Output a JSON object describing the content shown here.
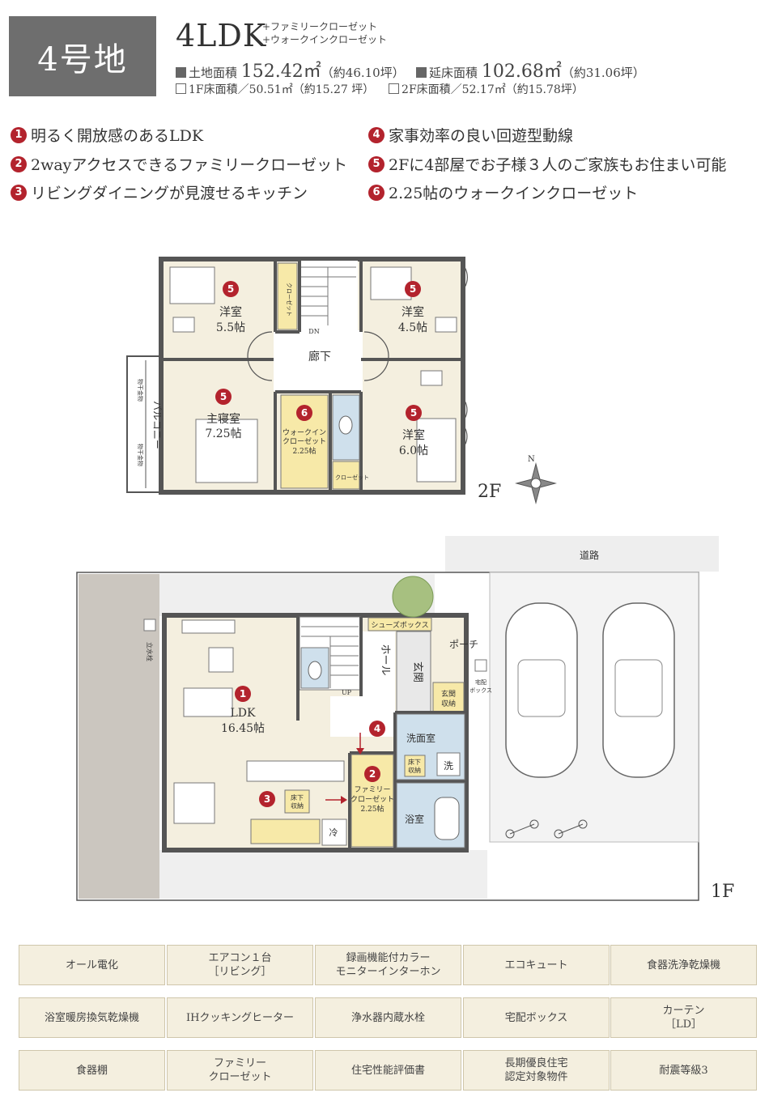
{
  "lot": {
    "label": "4号地"
  },
  "plan": {
    "layout": "4LDK",
    "extras": [
      "+ファミリークローゼット",
      "+ウォークインクローゼット"
    ],
    "land_label": "土地面積",
    "land_value": "152.42㎡",
    "land_tsubo": "（約46.10坪）",
    "floor_label": "延床面積",
    "floor_value": "102.68㎡",
    "floor_tsubo": "（約31.06坪）",
    "f1": "1F床面積／50.51㎡（約15.27 坪）",
    "f2": "2F床面積／52.17㎡（約15.78坪）"
  },
  "features": [
    {
      "num": "1",
      "text": "明るく開放感のあるLDK"
    },
    {
      "num": "2",
      "text": "2wayアクセスできるファミリークローゼット"
    },
    {
      "num": "3",
      "text": "リビングダイニングが見渡せるキッチン"
    },
    {
      "num": "4",
      "text": "家事効率の良い回遊型動線"
    },
    {
      "num": "5",
      "text": "2Fに4部屋でお子様３人のご家族もお住まい可能"
    },
    {
      "num": "6",
      "text": "2.25帖のウォークインクローゼット"
    }
  ],
  "floor2": {
    "label": "2F",
    "rooms": {
      "room_nw": [
        "洋室",
        "5.5帖"
      ],
      "room_ne": [
        "洋室",
        "4.5帖"
      ],
      "hall": "廊下",
      "master": [
        "主寝室",
        "7.25帖"
      ],
      "room_se": [
        "洋室",
        "6.0帖"
      ],
      "wic": [
        "ウォークイン",
        "クローゼット",
        "2.25帖"
      ],
      "closet_v": "クローゼット",
      "closet_small": "クローゼット",
      "balcony": "バルコニー",
      "hanger": "物干金物",
      "dn": "DN"
    },
    "markers": [
      "5",
      "5",
      "5",
      "6",
      "5"
    ]
  },
  "floor1": {
    "label": "1F",
    "road": "道路",
    "rooms": {
      "ldk": [
        "LDK",
        "16.45帖"
      ],
      "hall": "ホール",
      "genkan": "玄関",
      "genkan_storage": [
        "玄関",
        "収納"
      ],
      "shoebox": "シューズボックス",
      "porch": "ポーチ",
      "delivery": [
        "宅配",
        "ボックス"
      ],
      "washroom": "洗面室",
      "wash": "洗",
      "underfloor_a": [
        "床下",
        "収納"
      ],
      "underfloor_b": [
        "床下",
        "収納"
      ],
      "bath": "浴室",
      "family_closet": [
        "ファミリー",
        "クローゼット",
        "2.25帖"
      ],
      "fridge": "冷",
      "up": "UP",
      "faucet": "立水栓"
    },
    "markers": [
      "1",
      "2",
      "3",
      "4"
    ]
  },
  "compass": {
    "label": "N"
  },
  "equipment": [
    [
      "オール電化"
    ],
    [
      "エアコン１台",
      "［リビング］"
    ],
    [
      "録画機能付カラー",
      "モニターインターホン"
    ],
    [
      "エコキュート"
    ],
    [
      "食器洗浄乾燥機"
    ],
    [
      "浴室暖房換気乾燥機"
    ],
    [
      "IHクッキングヒーター"
    ],
    [
      "浄水器内蔵水栓"
    ],
    [
      "宅配ボックス"
    ],
    [
      "カーテン",
      "［LD］"
    ],
    [
      "食器棚"
    ],
    [
      "ファミリー",
      "クローゼット"
    ],
    [
      "住宅性能評価書"
    ],
    [
      "長期優良住宅",
      "認定対象物件"
    ],
    [
      "耐震等級3"
    ]
  ],
  "colors": {
    "badge": "#6e6e6e",
    "marker": "#b3232d",
    "room_fill": "#f4efdf",
    "wall": "#555555",
    "bath_fill": "#cfe0ec",
    "equip_fill": "#f4efdf"
  }
}
